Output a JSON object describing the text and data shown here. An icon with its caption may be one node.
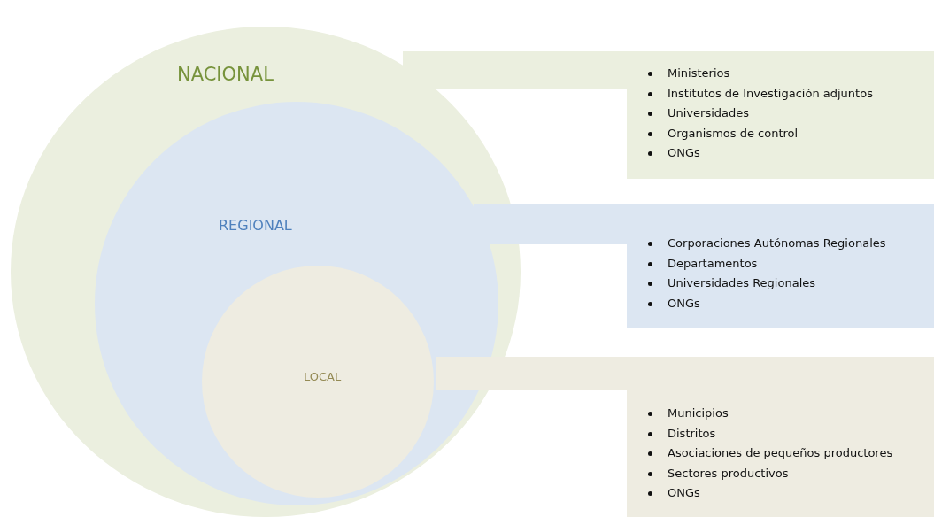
{
  "diagram": {
    "nodes": [
      {
        "text": [
          "NACIONAL"
        ]
      },
      {
        "text": [
          "REGIONAL"
        ],
        "in": 0
      },
      {
        "text": [
          "LOCAL"
        ],
        "in": 1
      },
      {
        "text": [
          "Ministerios",
          "Institutos de Investigación adjuntos",
          "Universidades",
          "Organismos de control",
          "ONGs"
        ]
      },
      {
        "text": [
          "Corporaciones Autónomas Regionales",
          "Departamentos",
          "Universidades Regionales",
          "ONGs"
        ]
      },
      {
        "text": [
          "Municipios",
          "Distritos",
          "Asociaciones de pequeños productores",
          "Sectores productivos",
          "ONGs"
        ]
      },
      {
        "text": [],
        "shape": "bar"
      },
      {
        "text": [],
        "shape": "bar"
      },
      {
        "text": [],
        "shape": "bar"
      }
    ]
  }
}
